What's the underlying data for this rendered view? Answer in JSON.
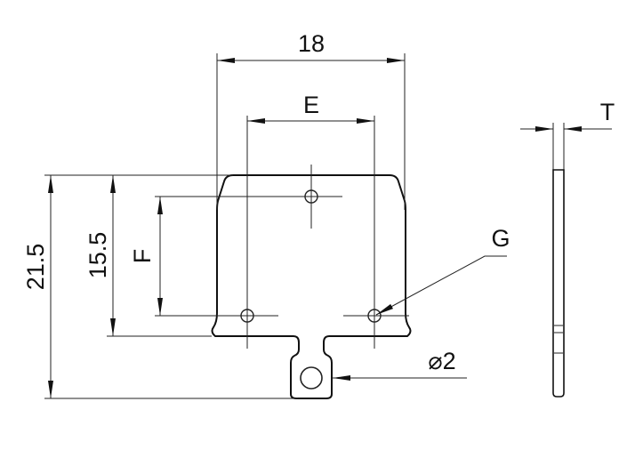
{
  "drawing": {
    "dimensions": {
      "width_overall": "18",
      "hole_spacing_horizontal": "E",
      "thickness": "T",
      "height_overall": "21.5",
      "height_body": "15.5",
      "hole_spacing_vertical": "F",
      "hole_callout": "G",
      "tab_hole_diameter": "⌀2"
    }
  }
}
